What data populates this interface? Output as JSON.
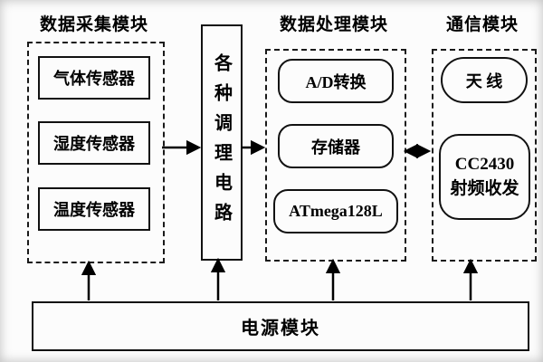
{
  "modules": {
    "acquisition": {
      "title": "数据采集模块",
      "sensors": [
        "气体传感器",
        "湿度传感器",
        "温度传感器"
      ]
    },
    "conditioning": {
      "label": "各种调理电路"
    },
    "processing": {
      "title": "数据处理模块",
      "blocks": [
        "A/D转换",
        "存储器",
        "ATmega128L"
      ]
    },
    "communication": {
      "title": "通信模块",
      "antenna": "天 线",
      "transceiver": {
        "line1": "CC2430",
        "line2": "射频收发"
      }
    },
    "power": {
      "label": "电源模块"
    }
  },
  "connections": [
    {
      "from": "数据采集模块",
      "to": "各种调理电路",
      "type": "arrow"
    },
    {
      "from": "各种调理电路",
      "to": "数据处理模块",
      "type": "arrow"
    },
    {
      "from": "数据处理模块",
      "to": "通信模块",
      "type": "double-arrow"
    },
    {
      "from": "电源模块",
      "to": "数据采集模块",
      "type": "arrow"
    },
    {
      "from": "电源模块",
      "to": "各种调理电路",
      "type": "arrow"
    },
    {
      "from": "电源模块",
      "to": "数据处理模块",
      "type": "arrow"
    },
    {
      "from": "电源模块",
      "to": "通信模块",
      "type": "arrow"
    }
  ],
  "colors": {
    "line": "#000000",
    "background": "#fcfcfc"
  }
}
